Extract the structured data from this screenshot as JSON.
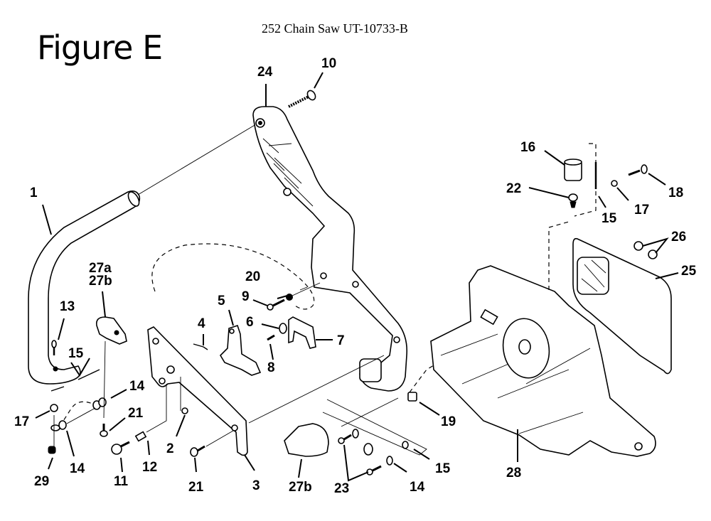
{
  "figure_label": "Figure E",
  "document_title": "252 Chain Saw UT-10733-B",
  "callouts": {
    "c1": "1",
    "c2": "2",
    "c3": "3",
    "c4": "4",
    "c5": "5",
    "c6": "6",
    "c7": "7",
    "c8": "8",
    "c9": "9",
    "c10": "10",
    "c11": "11",
    "c12": "12",
    "c13": "13",
    "c14a": "14",
    "c14b": "14",
    "c14c": "14",
    "c15a": "15",
    "c15b": "15",
    "c15c": "15",
    "c16": "16",
    "c17a": "17",
    "c17b": "17",
    "c18": "18",
    "c19": "19",
    "c20": "20",
    "c21a": "21",
    "c21b": "21",
    "c22": "22",
    "c23": "23",
    "c24": "24",
    "c25": "25",
    "c26": "26",
    "c27ab": "27a\n27b",
    "c27a": "27a",
    "c27b_top": "27b",
    "c27b": "27b",
    "c28": "28",
    "c29": "29"
  },
  "parts": [
    {
      "id": "1",
      "name": "front-handle"
    },
    {
      "id": "2",
      "name": "nut"
    },
    {
      "id": "3",
      "name": "brake-bracket"
    },
    {
      "id": "4",
      "name": "spring"
    },
    {
      "id": "5",
      "name": "brake-latch"
    },
    {
      "id": "6",
      "name": "washer"
    },
    {
      "id": "7",
      "name": "lever"
    },
    {
      "id": "8",
      "name": "pin"
    },
    {
      "id": "9",
      "name": "screw"
    },
    {
      "id": "10",
      "name": "screw"
    },
    {
      "id": "11",
      "name": "pin"
    },
    {
      "id": "12",
      "name": "spacer"
    },
    {
      "id": "13",
      "name": "screw"
    },
    {
      "id": "14",
      "name": "isolator"
    },
    {
      "id": "15",
      "name": "spring"
    },
    {
      "id": "16",
      "name": "bushing"
    },
    {
      "id": "17",
      "name": "washer"
    },
    {
      "id": "18",
      "name": "screw"
    },
    {
      "id": "19",
      "name": "nut"
    },
    {
      "id": "20",
      "name": "washer"
    },
    {
      "id": "21",
      "name": "screw"
    },
    {
      "id": "22",
      "name": "mount"
    },
    {
      "id": "23",
      "name": "screw"
    },
    {
      "id": "24",
      "name": "rear-handle"
    },
    {
      "id": "25",
      "name": "sprocket-cover"
    },
    {
      "id": "26",
      "name": "nut"
    },
    {
      "id": "27a",
      "name": "hand-guard-plate"
    },
    {
      "id": "27b",
      "name": "hand-guard"
    },
    {
      "id": "28",
      "name": "chassis"
    },
    {
      "id": "29",
      "name": "nut"
    }
  ]
}
